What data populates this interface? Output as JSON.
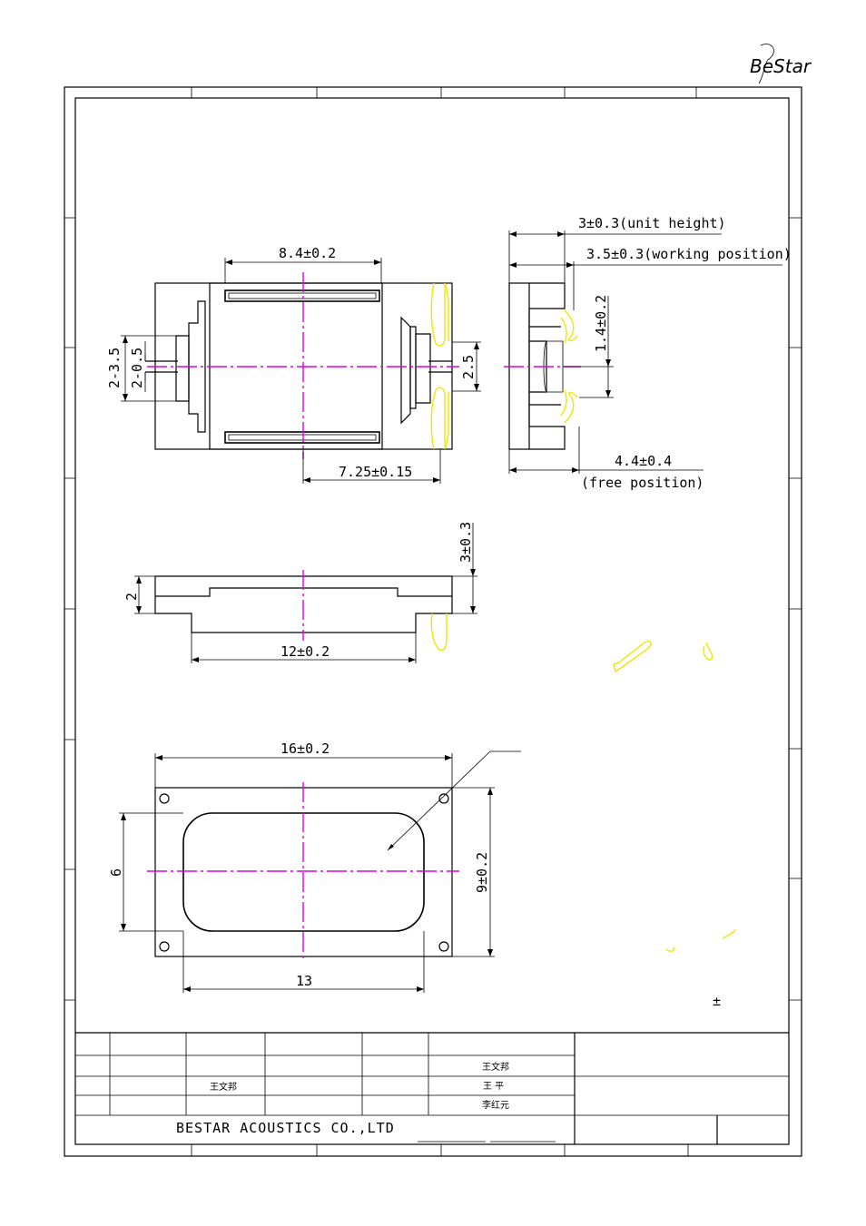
{
  "logo": {
    "text": "BeStar"
  },
  "top_view": {
    "dim_width_top": "8.4±0.2",
    "dim_terminal_pos": "7.25±0.15",
    "dim_pin_span": "2-3.5",
    "dim_pin_width": "2-0.5",
    "dim_terminal_gap": "2.5"
  },
  "side_view": {
    "dim_unit_height": "3±0.3(unit height)",
    "dim_working_position": "3.5±0.3(working position)",
    "dim_spring_gap": "1.4±0.2",
    "dim_free_position_value": "4.4±0.4",
    "dim_free_position_label": "(free position)"
  },
  "front_view": {
    "dim_height_total": "3±0.3",
    "dim_base_height": "2",
    "dim_length": "12±0.2"
  },
  "bottom_view": {
    "dim_outer_length": "16±0.2",
    "dim_outer_width": "9±0.2",
    "dim_cone_length": "13",
    "dim_cone_width": "6"
  },
  "title_block": {
    "company": "BESTAR ACOUSTICS CO.,LTD",
    "signature_drawn": "王文邦",
    "signature_checked": "王文邦",
    "signature_reviewed": "王 平",
    "signature_approved": "李红元"
  },
  "note_symbol": "±",
  "colors": {
    "centerline": "#e000e0",
    "spring_terminal": "#f2e600",
    "line": "#000000"
  }
}
